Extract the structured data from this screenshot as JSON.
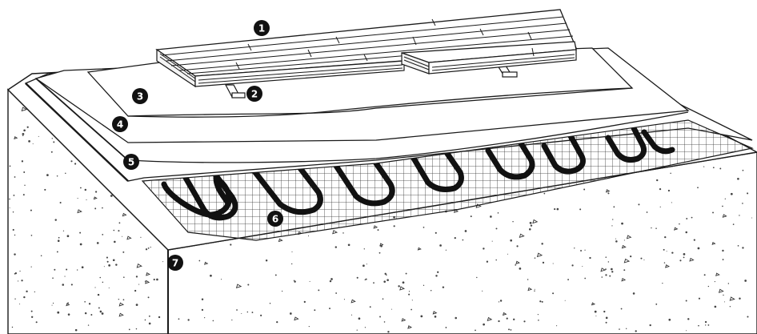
{
  "markers": [
    {
      "id": "1",
      "label": "1"
    },
    {
      "id": "2",
      "label": "2"
    },
    {
      "id": "3",
      "label": "3"
    },
    {
      "id": "4",
      "label": "4"
    },
    {
      "id": "5",
      "label": "5"
    },
    {
      "id": "6",
      "label": "6"
    },
    {
      "id": "7",
      "label": "7"
    }
  ],
  "colors": {
    "line": "#1a1a1a",
    "marker": "#111111",
    "cable": "#111111",
    "paper": "#ffffff"
  }
}
